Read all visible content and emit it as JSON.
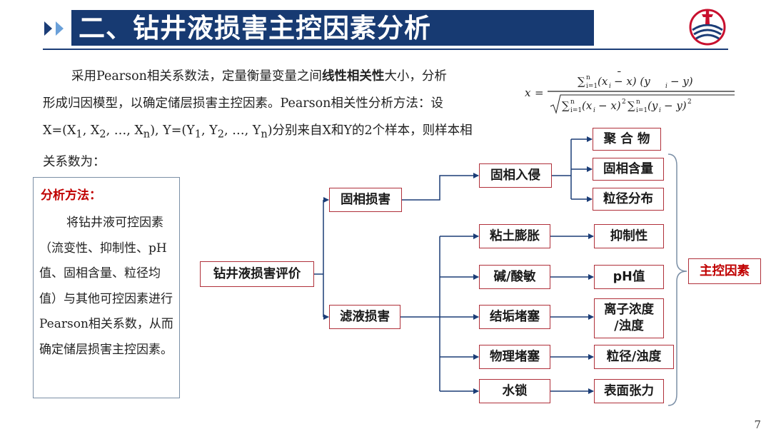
{
  "header": {
    "title": "二、钻井液损害主控因素分析"
  },
  "intro": {
    "line1_a": "采用Pearson相关系数法，定量衡量变量之间",
    "line1_bold": "线性相关性",
    "line1_b": "大小，分析",
    "line2": "形成归因模型，以确定储层损害主控因素。Pearson相关性分析方法：设",
    "line3_x": "X=(X",
    "line3_y": "Y=(Y",
    "line3_tail": "分别来自X和Y的2个样本，则样本相",
    "line4": "关系数为："
  },
  "sidebar": {
    "heading": "分析方法：",
    "text": "将钻井液可控因素（流变性、抑制性、pH值、固相含量、粒径均值）与其他可控因素进行Pearson相关系数，从而确定储层损害主控因素。"
  },
  "diagram": {
    "root": "钻井液损害评价",
    "solid": "固相损害",
    "filtrate": "滤液损害",
    "solid_invasion": "固相入侵",
    "polymer": "聚 合 物",
    "solid_content": "固相含量",
    "size_dist": "粒径分布",
    "clay": "粘土膨胀",
    "alkali": "碱/酸敏",
    "scaling": "结垢堵塞",
    "physical": "物理堵塞",
    "water_lock": "水锁",
    "inhibition": "抑制性",
    "ph": "pH值",
    "ion_line1": "离子浓度",
    "ion_line2": "/浊度",
    "size_turb": "粒径/浊度",
    "surface_tension": "表面张力",
    "main_factor": "主控因素"
  },
  "page_number": "7",
  "colors": {
    "title_bar": "#173a72",
    "accent_red": "#c00000",
    "node_border": "#b0303a",
    "chevron_light": "#6aa0d9"
  }
}
